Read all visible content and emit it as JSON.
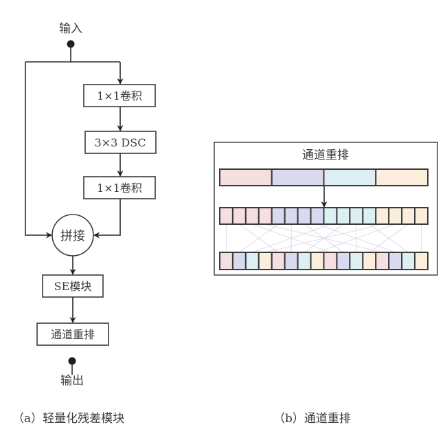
{
  "figure_a": {
    "input_label": "输入",
    "output_label": "输出",
    "nodes": {
      "conv1": "1×1卷积",
      "dsc": "3×3 DSC",
      "conv2": "1×1卷积",
      "concat": "拼接",
      "se": "SE模块",
      "shuffle": "通道重排"
    },
    "caption": "（a）轻量化残差模块"
  },
  "figure_b": {
    "title": "通道重排",
    "groups": 4,
    "channels_per_group": 4,
    "group_colors": [
      "#f6dfe1",
      "#d9d9ef",
      "#dcf0f3",
      "#fbeedd"
    ],
    "caption": "（b）通道重排"
  }
}
